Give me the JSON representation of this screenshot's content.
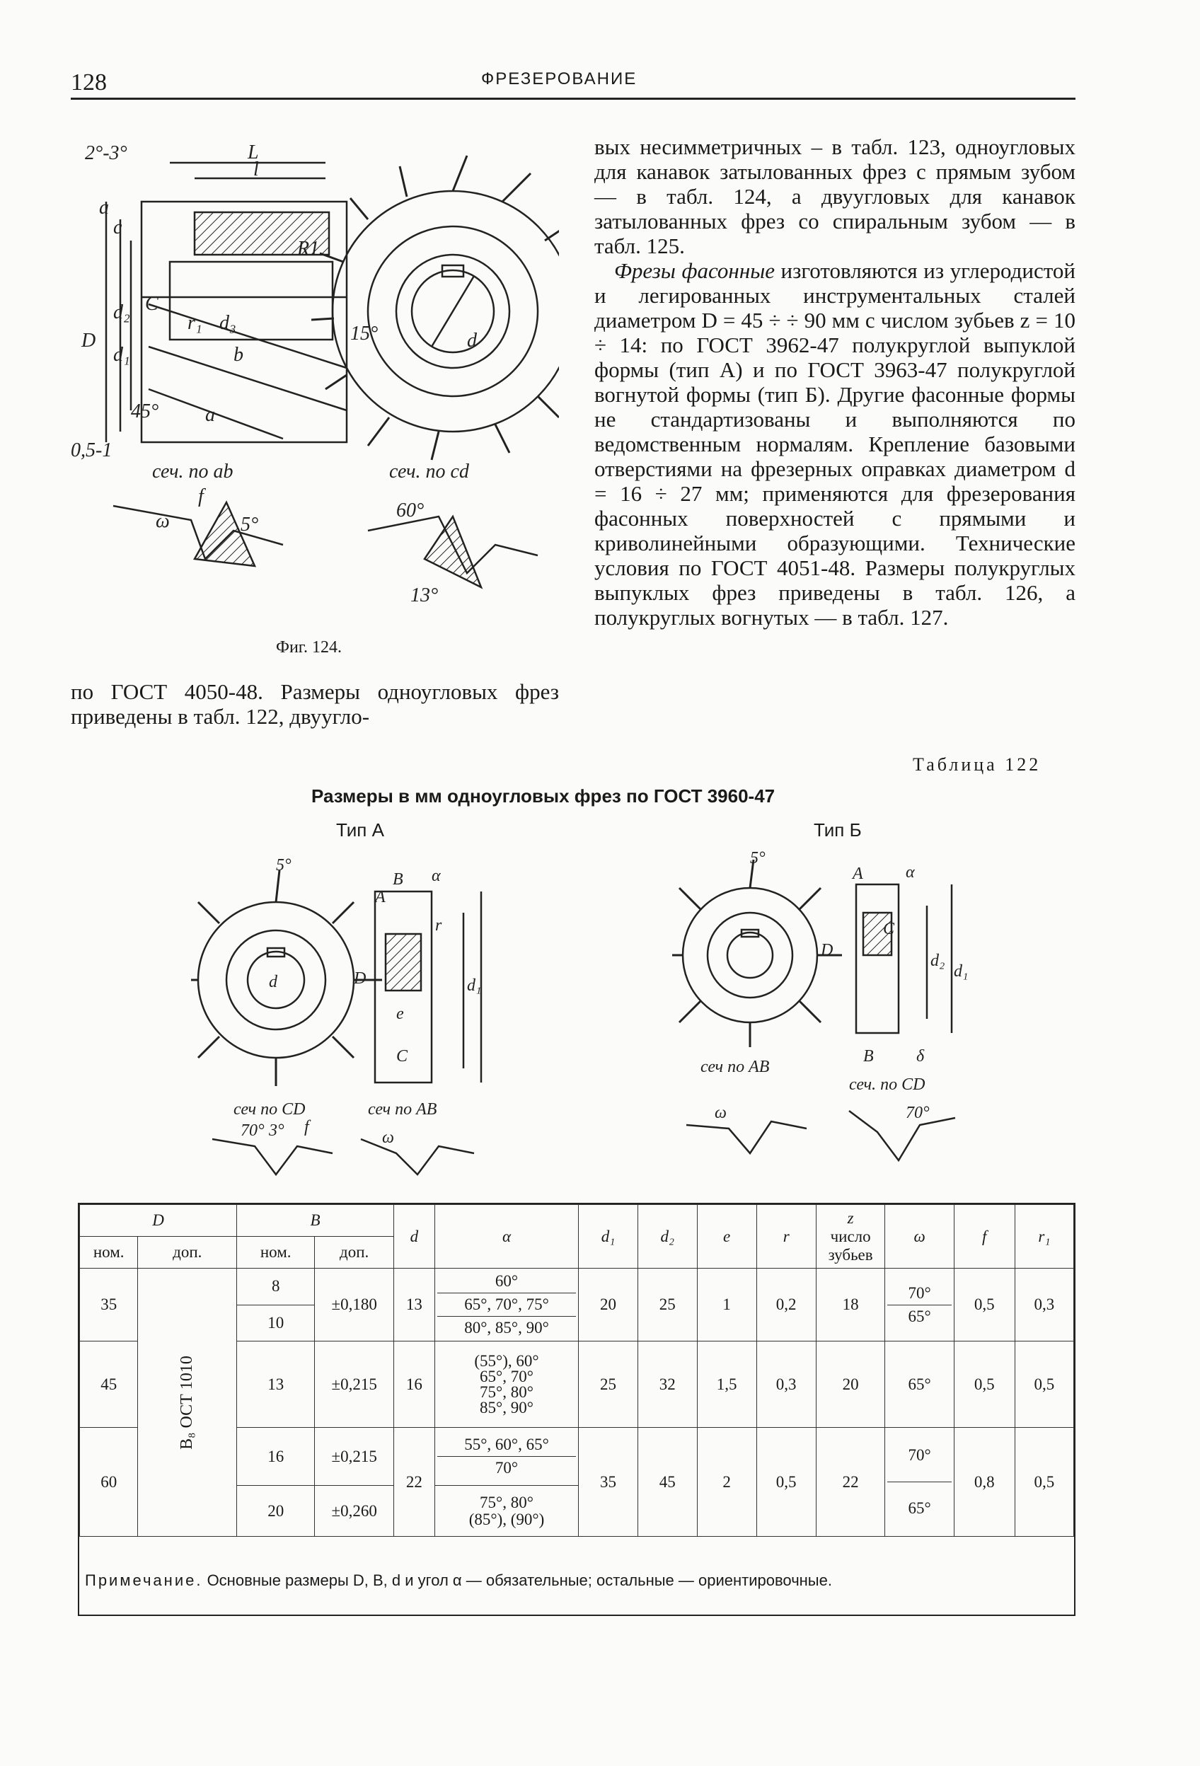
{
  "header": {
    "page_number": "128",
    "running_title": "ФРЕЗЕРОВАНИЕ"
  },
  "figure124": {
    "caption": "Фиг. 124.",
    "labels": {
      "angle_top": "2°-3°",
      "L": "L",
      "l": "l",
      "a": "a",
      "c": "c",
      "C": "C",
      "D": "D",
      "d2": "d₂",
      "d1": "d₁",
      "d3": "d₃",
      "R1": "R1",
      "r1": "r₁",
      "b": "b",
      "la": "a",
      "angle45": "45°",
      "angle15": "15°",
      "bottom": "0,5-1",
      "d": "d",
      "sec_ab": "сеч. по ab",
      "sec_cd": "сеч. по cd",
      "omega": "ω",
      "f": "f",
      "five": "5°",
      "sixty": "60°",
      "thirteen": "13°"
    }
  },
  "left_paragraph": "по ГОСТ 4050-48. Размеры одноугловых фрез приведены в табл. 122, двуугло-",
  "right_column": {
    "p1": "вых несимметричных – в табл. 123, одноугловых для канавок затылованных фрез с прямым зубом — в табл. 124, а двуугловых для канавок затылованных фрез со спиральным зубом — в табл. 125.",
    "p2_italic": "Фрезы фасонные",
    "p2": " изготовляются из углеродистой и легированных инструментальных сталей диаметром D = 45 ÷ ÷ 90 мм с числом зубьев z = 10 ÷ 14: по ГОСТ 3962-47 полукруглой выпуклой формы (тип А) и по ГОСТ 3963-47 полукруглой вогнутой формы (тип Б). Другие фасонные формы не стандартизованы и выполняются по ведомственным нормалям. Крепление базовыми отверстиями на фрезерных оправках диаметром d = 16 ÷ 27 мм; применяются для фрезерования фасонных поверхностей с прямыми и криволинейными образующими. Технические условия по ГОСТ 4051-48. Размеры полукруглых выпуклых фрез приведены в табл. 126, а полукруглых вогнутых — в табл. 127."
  },
  "table122": {
    "number": "Таблица 122",
    "title": "Размеры в мм одноугловых фрез по ГОСТ 3960-47",
    "type_a": "Тип А",
    "type_b": "Тип Б",
    "figA_labels": {
      "five": "5°",
      "B": "B",
      "A": "A",
      "alpha": "α",
      "r": "r",
      "D": "D",
      "d1": "d₁",
      "d": "d",
      "e": "e",
      "C": "C",
      "sec_cd": "сеч по CD",
      "sec_ab": "сеч по AB",
      "seventy": "70°",
      "three": "3°",
      "f": "f",
      "omega": "ω"
    },
    "figB_labels": {
      "five": "5°",
      "alpha": "α",
      "A": "A",
      "D": "D",
      "d2": "d₂",
      "d1": "d₁",
      "B": "B",
      "C": "C",
      "delta": "δ",
      "sec_ab": "сеч по AB",
      "sec_cd": "сеч. по CD",
      "seventy": "70°",
      "omega": "ω"
    },
    "headers": {
      "D": "D",
      "B": "B",
      "d": "d",
      "alpha": "α",
      "d1": "d₁",
      "d2": "d₂",
      "e": "e",
      "r": "r",
      "z": "z",
      "z_sub": "число зубьев",
      "omega": "ω",
      "f": "f",
      "r1": "r₁",
      "nom": "ном.",
      "dop": "доп."
    },
    "tolerance_D": "B₈ ОСТ 1010",
    "rows": [
      {
        "D": "35",
        "B": [
          "8",
          "10"
        ],
        "B_tol": "±0,180",
        "d": "13",
        "alpha": [
          "60°",
          "65°, 70°, 75°",
          "80°, 85°, 90°"
        ],
        "d1": "20",
        "d2": "25",
        "e": "1",
        "r": "0,2",
        "z": "18",
        "omega": [
          "70°",
          "65°"
        ],
        "f": "0,5",
        "r1": "0,3"
      },
      {
        "D": "45",
        "B": [
          "13"
        ],
        "B_tol": "±0,215",
        "d": "16",
        "alpha": [
          "(55°), 60°",
          "65°, 70°",
          "75°, 80°",
          "85°, 90°"
        ],
        "d1": "25",
        "d2": "32",
        "e": "1,5",
        "r": "0,3",
        "z": "20",
        "omega": [
          "65°"
        ],
        "f": "0,5",
        "r1": "0,5"
      },
      {
        "D": "60",
        "B": [
          "16",
          "20"
        ],
        "B_tol": [
          "±0,215",
          "±0,260"
        ],
        "d": "22",
        "alpha": [
          "55°, 60°, 65°",
          "70°",
          "75°, 80°",
          "(85°), (90°)"
        ],
        "d1": "35",
        "d2": "45",
        "e": "2",
        "r": "0,5",
        "z": "22",
        "omega": [
          "70°",
          "65°"
        ],
        "f": "0,8",
        "r1": "0,5"
      }
    ],
    "note_lead": "Примечание.",
    "note": " Основные размеры D, B, d и угол α — обязательные; остальные — ориентировочные."
  }
}
